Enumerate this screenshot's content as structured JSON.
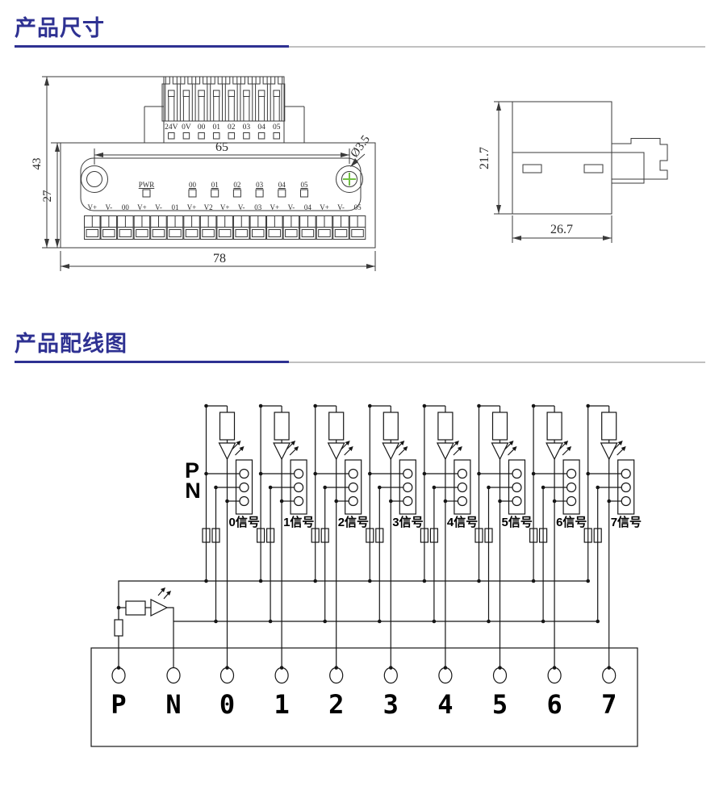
{
  "titles": {
    "dimensions": "产品尺寸",
    "wiring": "产品配线图"
  },
  "front_view": {
    "plug_labels": [
      "24V",
      "0V",
      "00",
      "01",
      "02",
      "03",
      "04",
      "05"
    ],
    "led_labels": [
      "PWR",
      "00",
      "01",
      "02",
      "03",
      "04",
      "05"
    ],
    "terminal_labels": [
      "V+",
      "V-",
      "00",
      "V+",
      "V-",
      "01",
      "V+",
      "V2",
      "V+",
      "V-",
      "03",
      "V+",
      "V-",
      "04",
      "V+",
      "V-",
      "05"
    ],
    "dims": {
      "hole_spacing": "65",
      "body_width": "78",
      "total_height": "43",
      "body_height": "27",
      "hole_note": "Ø3.5"
    }
  },
  "side_view": {
    "dims": {
      "height": "21.7",
      "width": "26.7"
    }
  },
  "wiring_diagram": {
    "p_label": "P",
    "n_label": "N",
    "channel_labels": [
      "0信号",
      "1信号",
      "2信号",
      "3信号",
      "4信号",
      "5信号",
      "6信号",
      "7信号"
    ],
    "terminal_labels": [
      "P",
      "N",
      "0",
      "1",
      "2",
      "3",
      "4",
      "5",
      "6",
      "7"
    ]
  },
  "colors": {
    "accent": "#2e3192",
    "divider_gray": "#c0c0c0",
    "drawing_line": "#3a3a3a",
    "wire_line": "#161616",
    "hole_cross_green": "#72bf44"
  }
}
